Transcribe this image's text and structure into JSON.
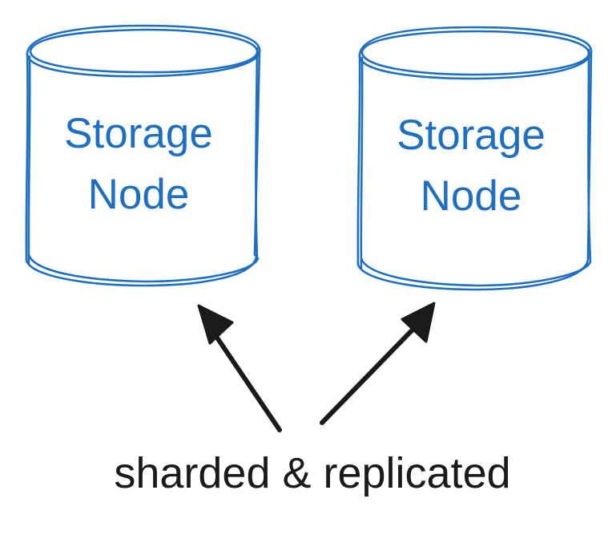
{
  "nodes": [
    {
      "line1": "Storage",
      "line2": "Node"
    },
    {
      "line1": "Storage",
      "line2": "Node"
    }
  ],
  "caption": "sharded & replicated",
  "colors": {
    "node_stroke": "#1e6fc1",
    "node_text": "#1e6fc1",
    "arrow": "#1a1a1a",
    "caption_text": "#1a1a1a",
    "background": "#ffffff"
  }
}
